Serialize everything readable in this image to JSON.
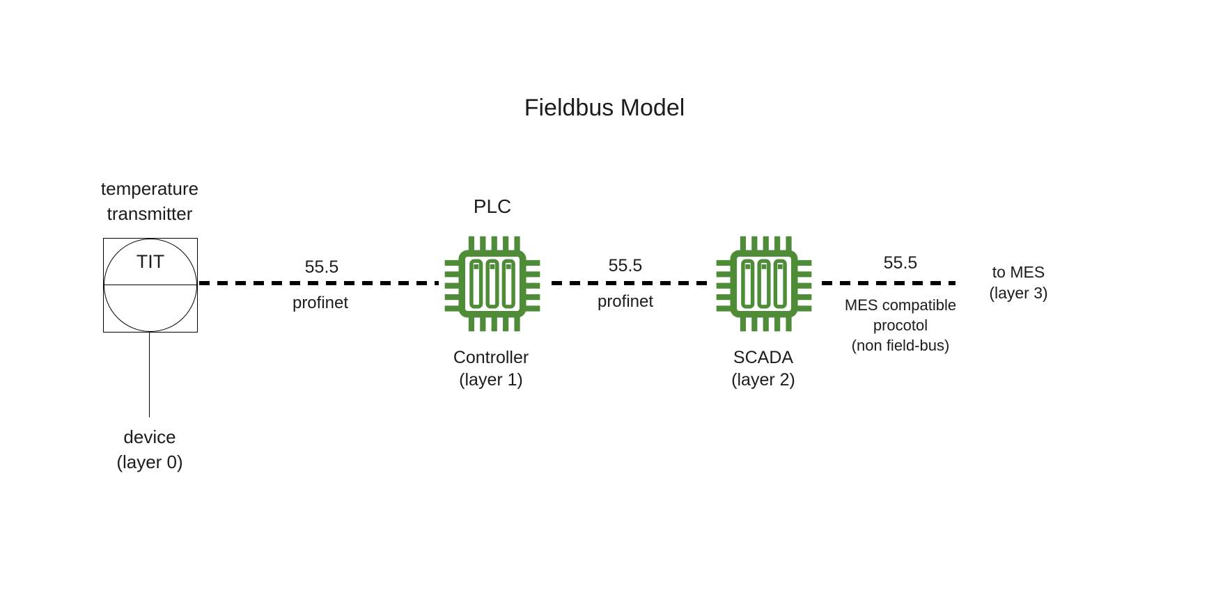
{
  "title": "Fieldbus Model",
  "colors": {
    "chip_green": "#4e8c38",
    "line": "#000000",
    "text": "#1c1c1c"
  },
  "transmitter": {
    "label_line1": "temperature",
    "label_line2": "transmitter",
    "tag": "TIT",
    "device_line1": "device",
    "device_line2": "(layer 0)"
  },
  "plc": {
    "title": "PLC",
    "caption_line1": "Controller",
    "caption_line2": "(layer 1)"
  },
  "scada": {
    "caption_line1": "SCADA",
    "caption_line2": "(layer 2)"
  },
  "mes_endpoint": {
    "line1": "to MES",
    "line2": "(layer 3)"
  },
  "links": [
    {
      "value": "55.5",
      "label": "profinet"
    },
    {
      "value": "55.5",
      "label": "profinet"
    },
    {
      "value": "55.5",
      "label_line1": "MES compatible",
      "label_line2": "procotol",
      "label_line3": "(non field-bus)"
    }
  ]
}
